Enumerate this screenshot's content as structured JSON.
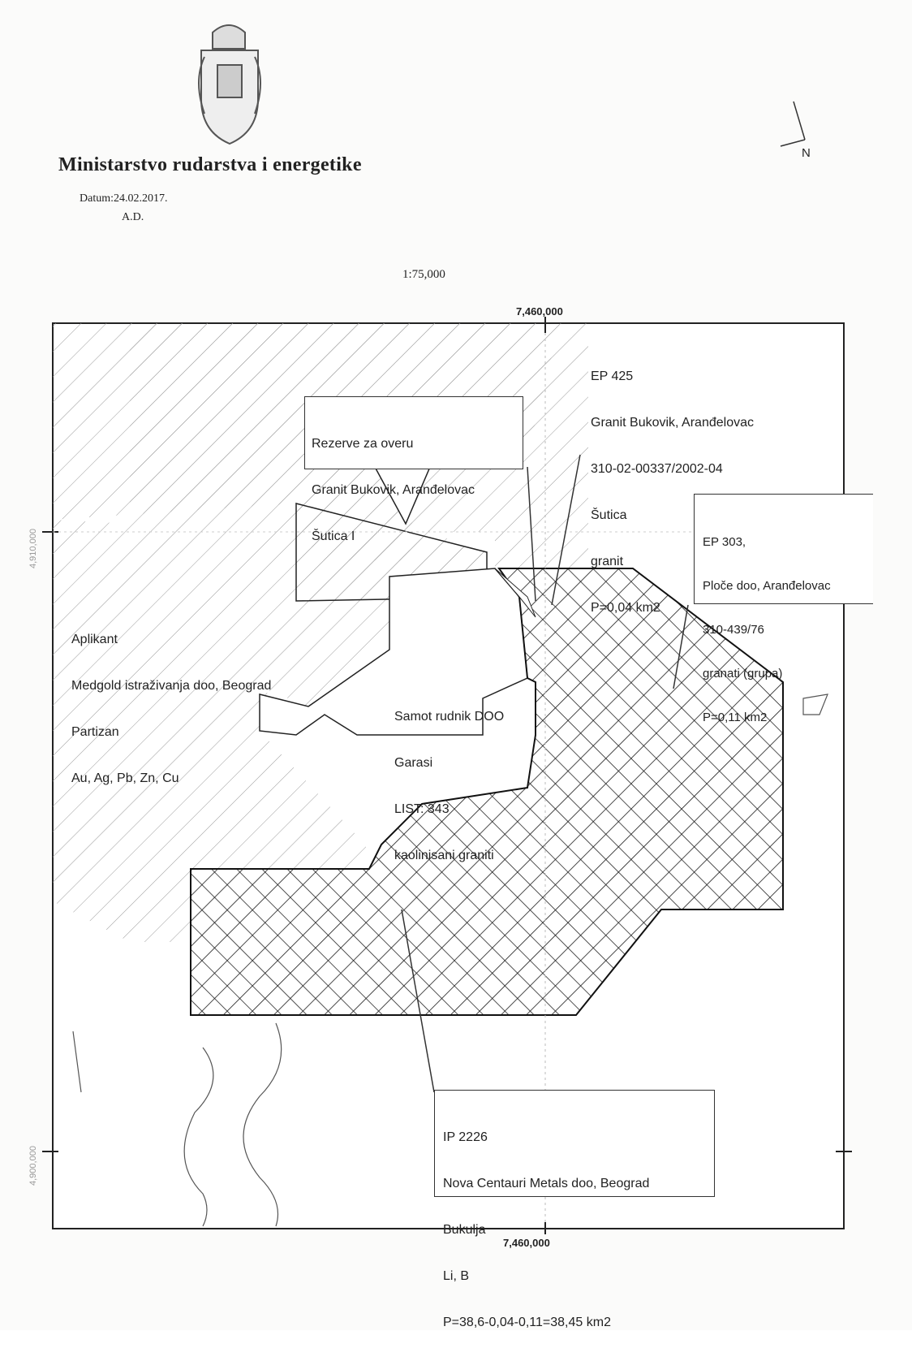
{
  "header": {
    "ministry": "Ministarstvo rudarstva i energetike",
    "date": "Datum:24.02.2017.",
    "initials": "A.D."
  },
  "map": {
    "scale": "1:75,000",
    "north": "N",
    "grid": {
      "x_top": "7,460,000",
      "x_bottom": "7,460,000",
      "y_upper": "4,910,000",
      "y_lower": "4,900,000"
    },
    "labels": {
      "ep425": [
        "EP 425",
        "Granit Bukovik, Aranđelovac",
        "310-02-00337/2002-04",
        "Šutica",
        "granit",
        "P=0,04 km2"
      ],
      "rezerve": [
        "Rezerve za overu",
        "Granit Bukovik, Aranđelovac",
        "Šutica I"
      ],
      "ep303": [
        "EP 303,",
        "Ploče doo, Aranđelovac",
        "310-439/76",
        "granati (grupa)",
        "P=0,11 km2"
      ],
      "aplikant": [
        "Aplikant",
        "Medgold istraživanja doo, Beograd",
        "Partizan",
        "Au, Ag, Pb, Zn, Cu"
      ],
      "samot": [
        "Samot rudnik DOO",
        "Garasi",
        "LIST: 343",
        "kaolinisani graniti"
      ],
      "ip2226": [
        "IP 2226",
        "Nova Centauri Metals doo, Beograd",
        "Bukulja",
        "Li, B",
        "P=38,6-0,04-0,11=38,45 km2"
      ]
    }
  },
  "colors": {
    "ink": "#222222",
    "hatch": "#8a8a8a",
    "cross": "#1a1a1a"
  }
}
